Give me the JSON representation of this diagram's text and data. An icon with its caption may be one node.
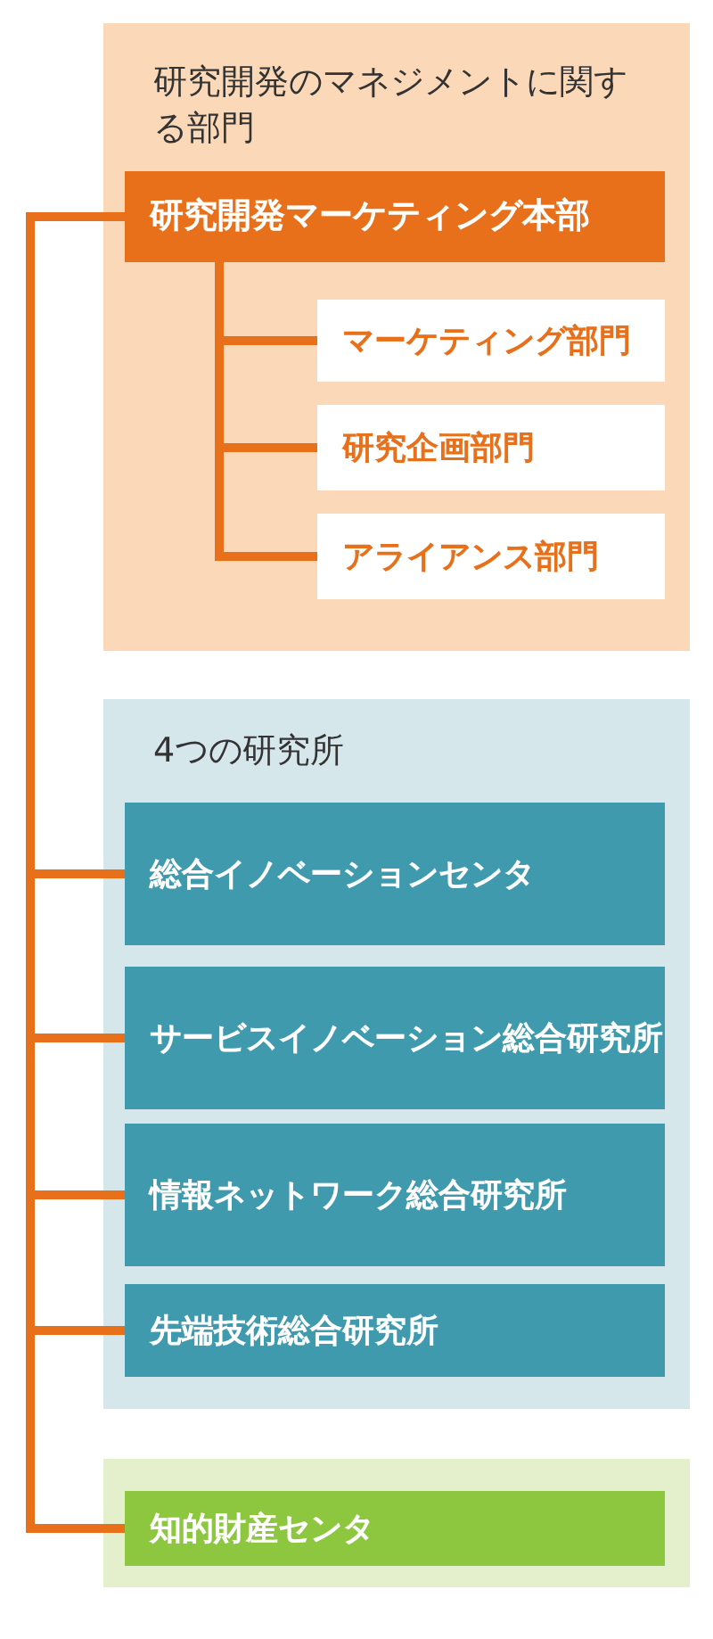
{
  "diagram": {
    "nodes": [
      {
        "text": [
          "研究開発のマネジメントに関する部門"
        ]
      },
      {
        "text": [
          "研究開発マーケティング本部"
        ],
        "in": 0
      },
      {
        "text": [
          "マーケティング部門"
        ],
        "in": 0
      },
      {
        "text": [
          "研究企画部門"
        ],
        "in": 0
      },
      {
        "text": [
          "アライアンス部門"
        ],
        "in": 0
      },
      {
        "text": [
          "4つの研究所"
        ]
      },
      {
        "text": [
          "総合イノベーションセンタ"
        ],
        "in": 5
      },
      {
        "text": [
          "サービスイノベーション総合研究所"
        ],
        "in": 5
      },
      {
        "text": [
          "情報ネットワーク総合研究所"
        ],
        "in": 5
      },
      {
        "text": [
          "先端技術総合研究所"
        ],
        "in": 5
      },
      {
        "text": [],
        "shape": "box"
      },
      {
        "text": [
          "知的財産センタ"
        ],
        "in": 10
      }
    ],
    "edges": [
      {
        "from": 1,
        "to": 2,
        "arrow": "none"
      },
      {
        "from": 1,
        "to": 3,
        "arrow": "none"
      },
      {
        "from": 1,
        "to": 4,
        "arrow": "none"
      },
      {
        "from": 1,
        "to": 6,
        "arrow": "none"
      },
      {
        "from": 1,
        "to": 7,
        "arrow": "none"
      },
      {
        "from": 1,
        "to": 8,
        "arrow": "none"
      },
      {
        "from": 1,
        "to": 9,
        "arrow": "none"
      },
      {
        "from": 1,
        "to": 11,
        "arrow": "none"
      }
    ]
  }
}
